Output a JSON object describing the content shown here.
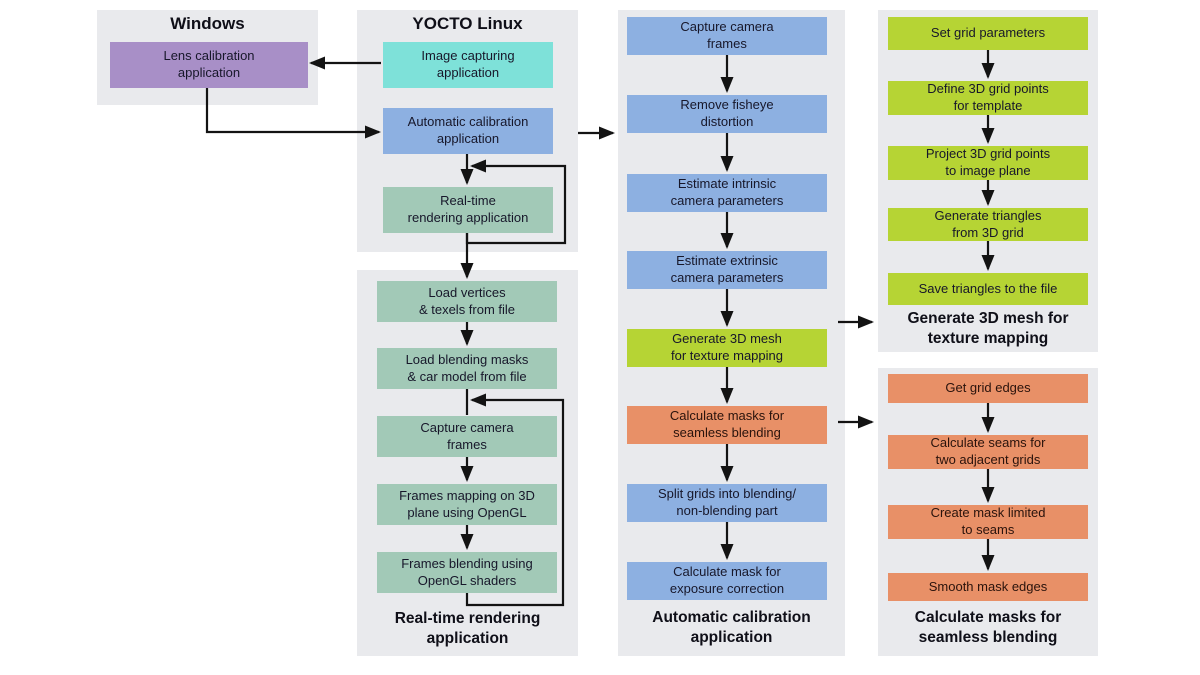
{
  "colors": {
    "panel": "#e9eaed",
    "purple": "#a88fc7",
    "cyan": "#7ee1d9",
    "blue": "#8db0e1",
    "teal": "#a2c9b7",
    "lime": "#b6d434",
    "orange": "#e89067",
    "arrow": "#131313"
  },
  "windows": {
    "title": "Windows",
    "box": {
      "label": "Lens calibration\napplication",
      "color": "purple"
    }
  },
  "yocto": {
    "title": "YOCTO Linux",
    "boxes": [
      {
        "label": "Image capturing\napplication",
        "color": "cyan"
      },
      {
        "label": "Automatic calibration\napplication",
        "color": "blue"
      },
      {
        "label": "Real-time\nrendering application",
        "color": "teal"
      }
    ]
  },
  "realtime": {
    "footer": "Real-time rendering\napplication",
    "boxes": [
      {
        "label": "Load vertices\n& texels from file",
        "color": "teal"
      },
      {
        "label": "Load blending masks\n& car model from file",
        "color": "teal"
      },
      {
        "label": "Capture camera\nframes",
        "color": "teal"
      },
      {
        "label": "Frames mapping on 3D\nplane using OpenGL",
        "color": "teal"
      },
      {
        "label": "Frames blending using\nOpenGL shaders",
        "color": "teal"
      }
    ]
  },
  "autocal": {
    "footer": "Automatic calibration\napplication",
    "boxes": [
      {
        "label": "Capture camera\nframes",
        "color": "blue"
      },
      {
        "label": "Remove fisheye\ndistortion",
        "color": "blue"
      },
      {
        "label": "Estimate intrinsic\ncamera parameters",
        "color": "blue"
      },
      {
        "label": "Estimate extrinsic\ncamera parameters",
        "color": "blue"
      },
      {
        "label": "Generate 3D mesh\nfor texture mapping",
        "color": "lime"
      },
      {
        "label": "Calculate masks for\nseamless blending",
        "color": "orange"
      },
      {
        "label": "Split grids into blending/\nnon-blending part",
        "color": "blue"
      },
      {
        "label": "Calculate mask for\nexposure correction",
        "color": "blue"
      }
    ]
  },
  "mesh": {
    "footer": "Generate 3D mesh for\ntexture mapping",
    "boxes": [
      {
        "label": "Set grid parameters",
        "color": "lime"
      },
      {
        "label": "Define 3D grid points\nfor template",
        "color": "lime"
      },
      {
        "label": "Project 3D grid points\nto image plane",
        "color": "lime"
      },
      {
        "label": "Generate triangles\nfrom 3D grid",
        "color": "lime"
      },
      {
        "label": "Save triangles to the file",
        "color": "lime"
      }
    ]
  },
  "masks": {
    "footer": "Calculate masks for\nseamless blending",
    "boxes": [
      {
        "label": "Get grid edges",
        "color": "orange"
      },
      {
        "label": "Calculate seams for\ntwo adjacent grids",
        "color": "orange"
      },
      {
        "label": "Create mask limited\nto seams",
        "color": "orange"
      },
      {
        "label": "Smooth mask edges",
        "color": "orange"
      }
    ]
  }
}
